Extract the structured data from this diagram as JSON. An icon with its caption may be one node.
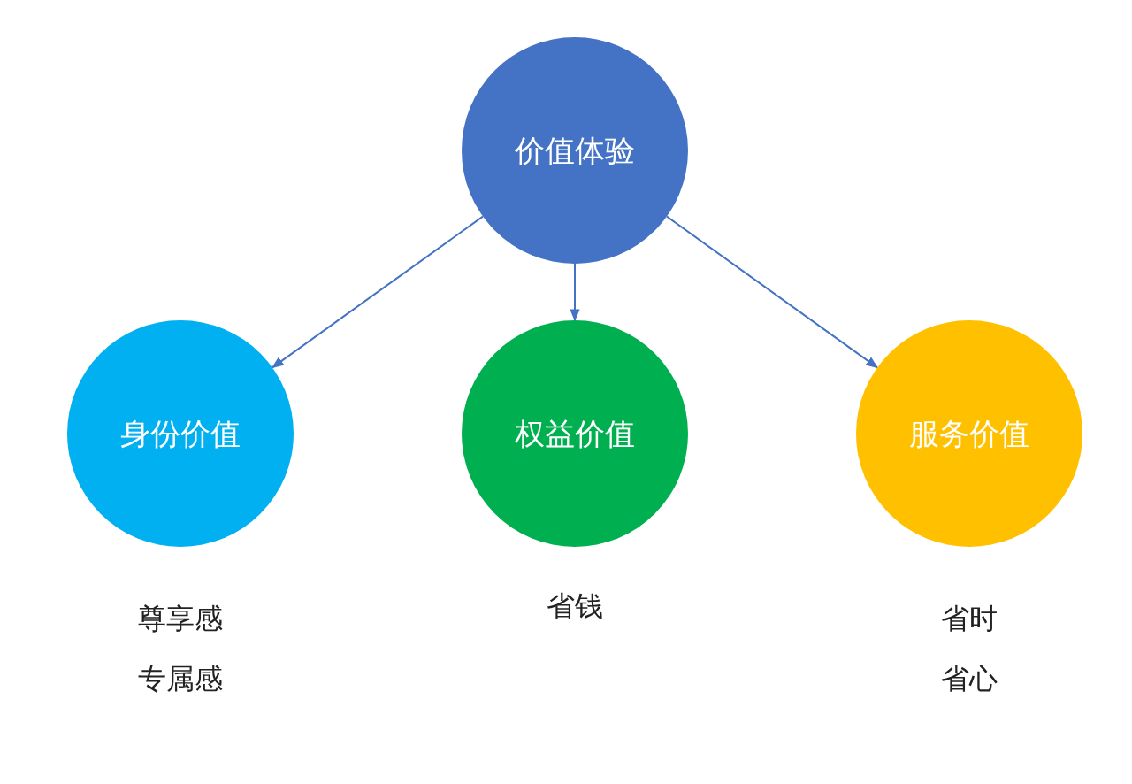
{
  "diagram": {
    "nodes": [
      {
        "text": [
          "价值体验"
        ]
      },
      {
        "text": [
          "身份价值"
        ],
        "beside": [
          "尊享感",
          "专属感"
        ]
      },
      {
        "text": [
          "权益价值"
        ],
        "beside": [
          "省钱"
        ]
      },
      {
        "text": [
          "服务价值"
        ],
        "beside": [
          "省时",
          "省心"
        ]
      }
    ],
    "edges": [
      {
        "from": 0,
        "to": 1,
        "arrow": "to"
      },
      {
        "from": 0,
        "to": 2,
        "arrow": "to"
      },
      {
        "from": 0,
        "to": 3,
        "arrow": "to"
      }
    ]
  }
}
